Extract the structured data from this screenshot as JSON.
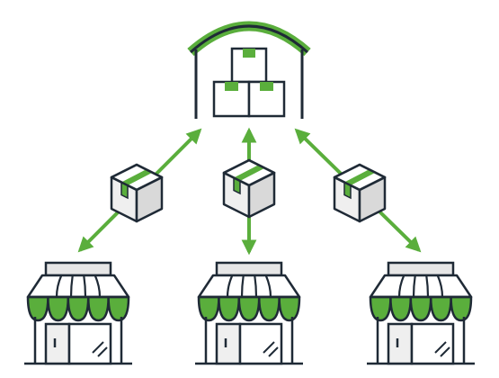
{
  "diagram": {
    "warehouse": {
      "icon": "warehouse-icon"
    },
    "packages": [
      {
        "icon": "package-box-icon"
      },
      {
        "icon": "package-box-icon"
      },
      {
        "icon": "package-box-icon"
      }
    ],
    "stores": [
      {
        "icon": "storefront-icon"
      },
      {
        "icon": "storefront-icon"
      },
      {
        "icon": "storefront-icon"
      }
    ],
    "flows": [
      {
        "from": "warehouse",
        "to": "store-left",
        "direction": "bidirectional"
      },
      {
        "from": "warehouse",
        "to": "store-center",
        "direction": "bidirectional"
      },
      {
        "from": "warehouse",
        "to": "store-right",
        "direction": "bidirectional"
      }
    ]
  },
  "colors": {
    "accent": "#5aae3c",
    "stroke": "#1f2a36",
    "box_face": "#efefef",
    "box_top": "#ffffff",
    "box_side": "#d9d9d9",
    "awning_bar": "#e6e6e6",
    "wall": "#ffffff"
  }
}
